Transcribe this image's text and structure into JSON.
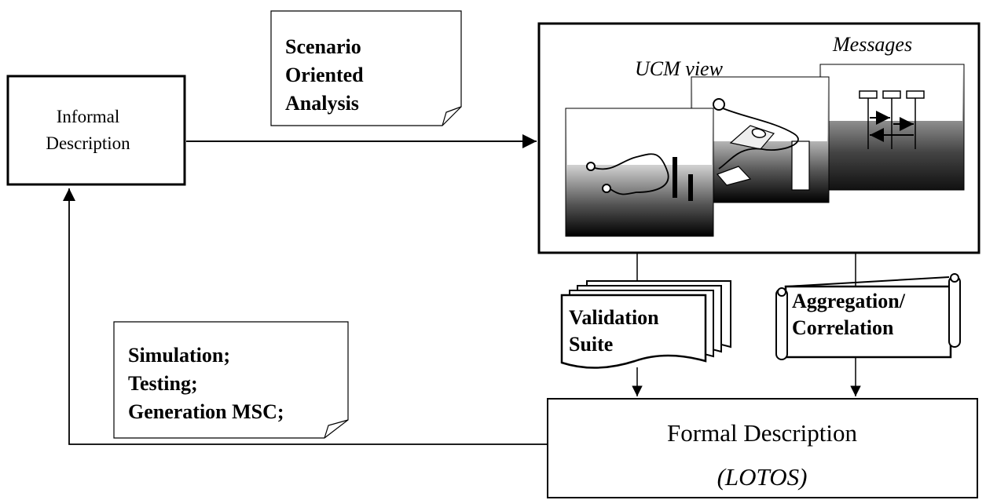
{
  "informal_box": {
    "line1": "Informal",
    "line2": "Description"
  },
  "note_analysis": {
    "line1": "Scenario",
    "line2": "Oriented",
    "line3": "Analysis"
  },
  "ucm_panel": {
    "ucm_view_label": "UCM view",
    "messages_label": "Messages"
  },
  "validation_doc": {
    "line1": "Validation",
    "line2": "Suite"
  },
  "aggregation_scroll": {
    "line1": "Aggregation/",
    "line2": "Correlation"
  },
  "note_simulation": {
    "line1": "Simulation;",
    "line2": "Testing;",
    "line3": "Generation MSC;"
  },
  "formal_box": {
    "line1": "Formal Description",
    "line2": "(LOTOS)"
  }
}
